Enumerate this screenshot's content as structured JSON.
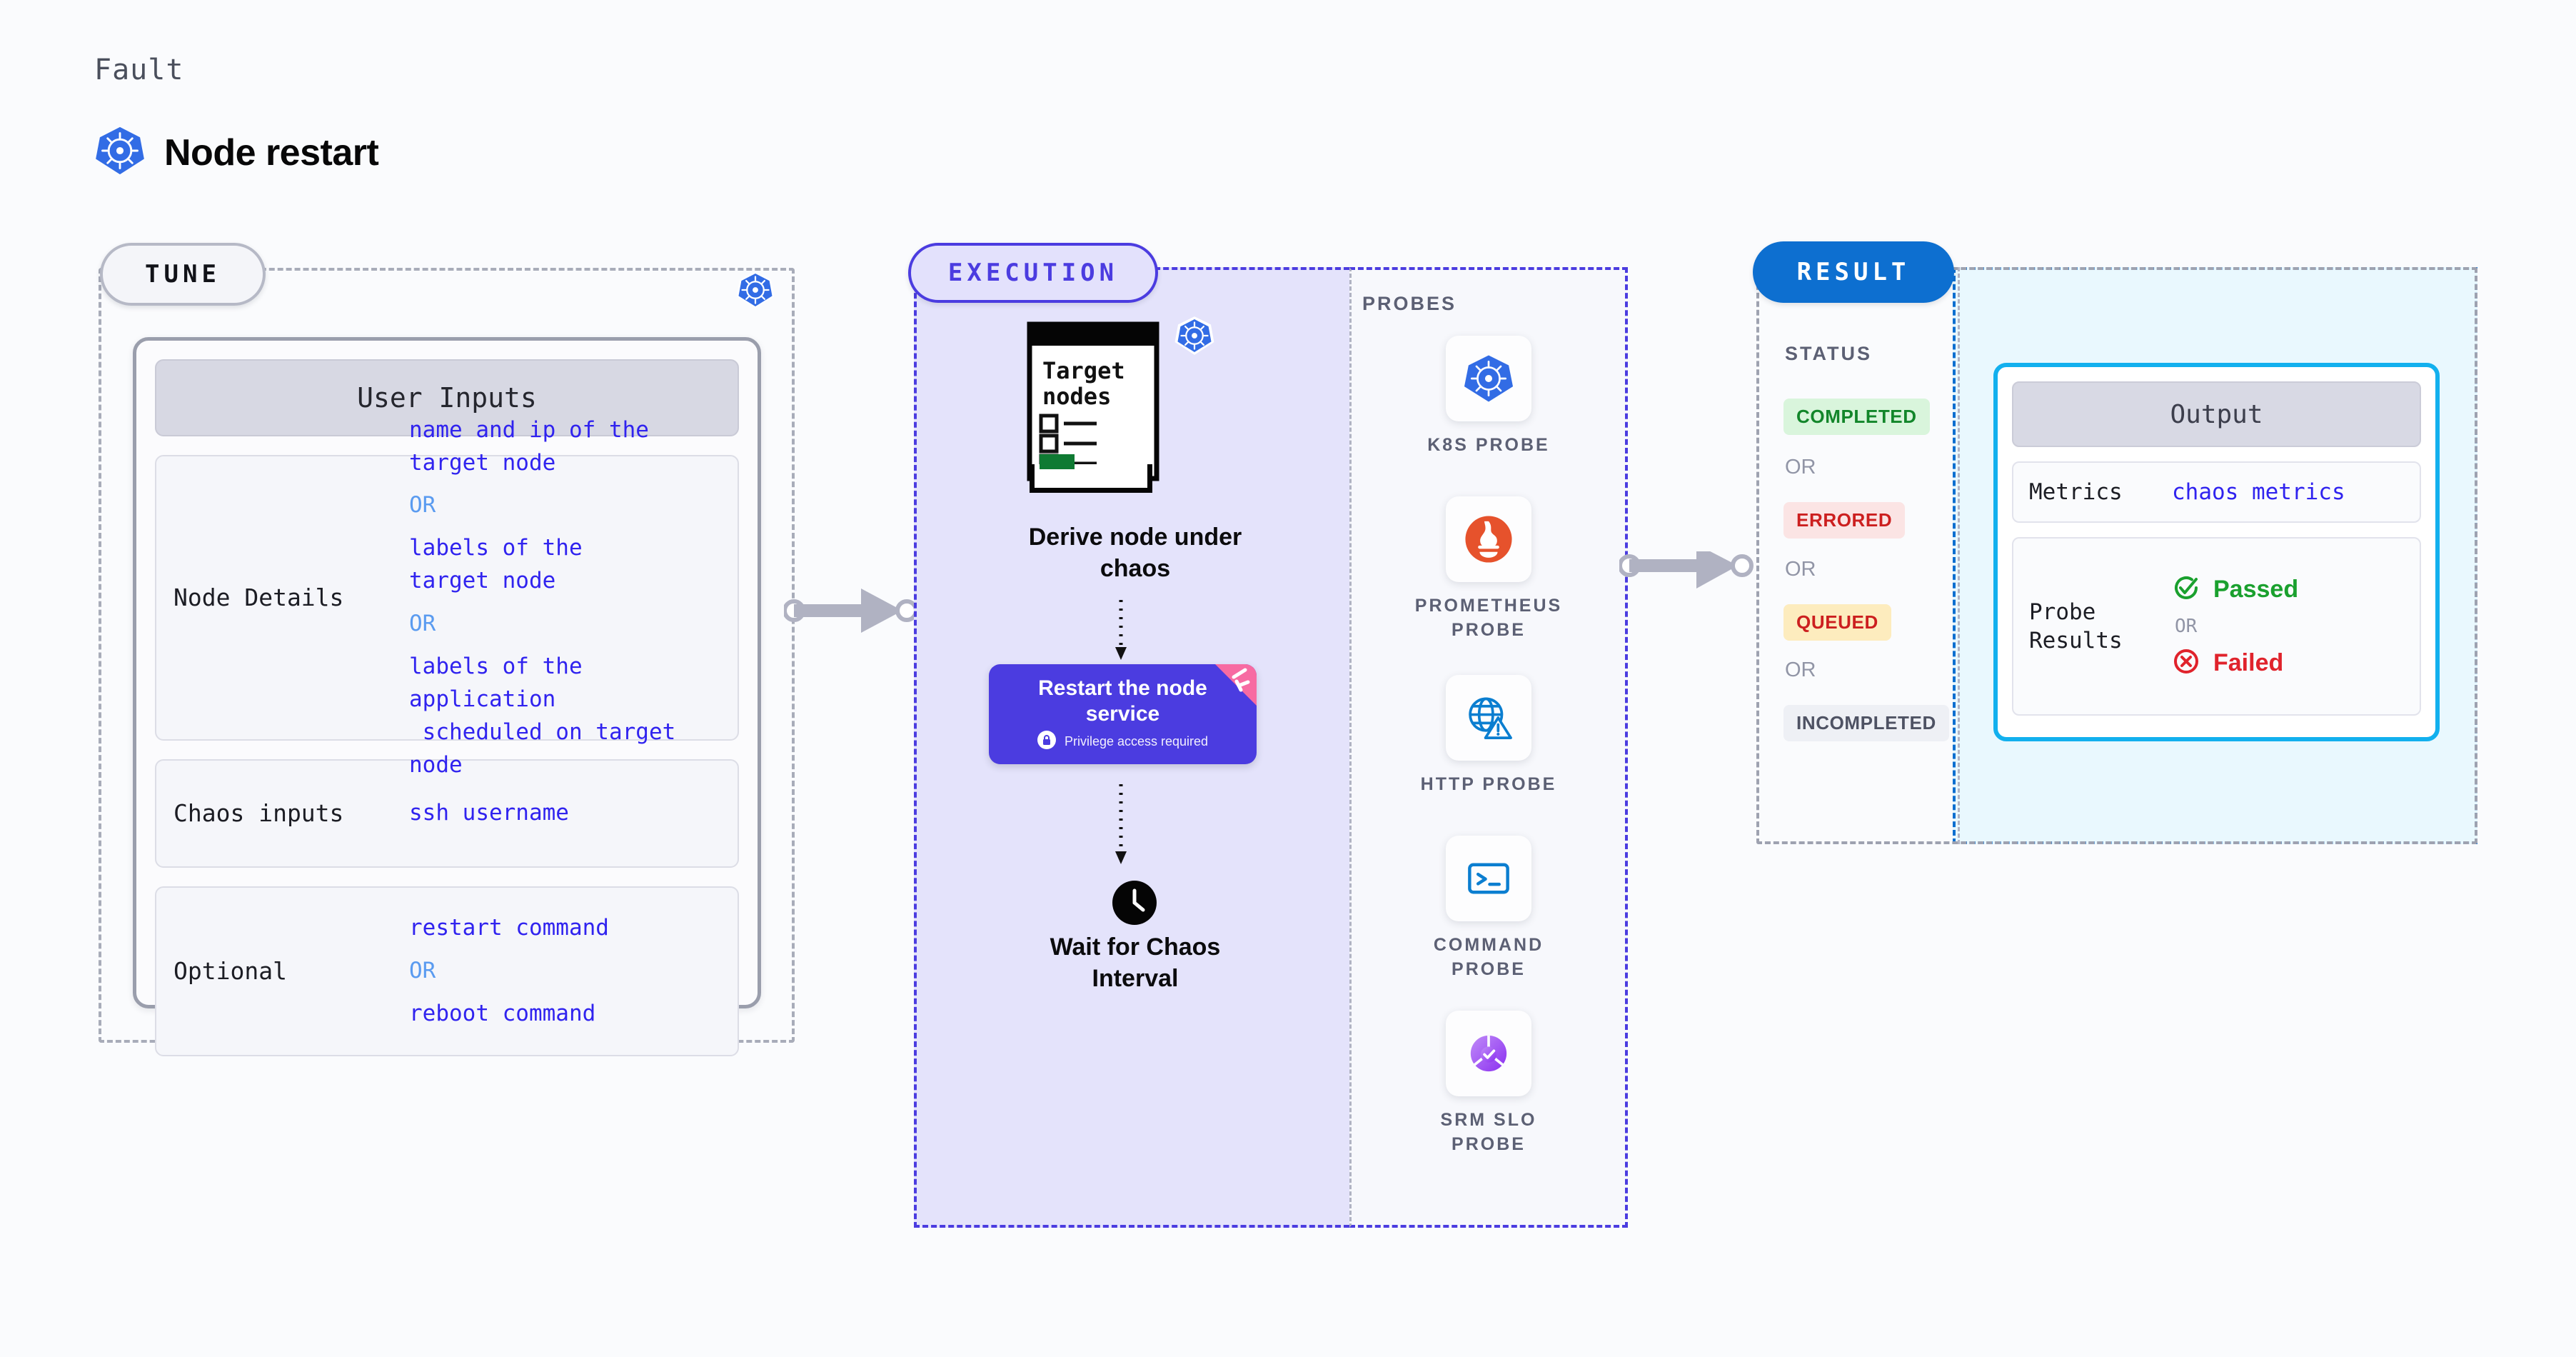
{
  "header": {
    "fault_label": "Fault",
    "title": "Node restart",
    "icon": "kubernetes-icon"
  },
  "stages": {
    "tune": {
      "tag": "TUNE",
      "accent": "#b6b9c6",
      "badge_icon": "kubernetes-icon"
    },
    "execution": {
      "tag": "EXECUTION",
      "accent": "#4b3ce0"
    },
    "result": {
      "tag": "RESULT",
      "accent": "#0d6fd0"
    }
  },
  "tune": {
    "card_title": "User Inputs",
    "rows": [
      {
        "label": "Node Details",
        "values": [
          "name and ip of the\ntarget node",
          "labels of the\ntarget node",
          "labels of the application\n scheduled on target node"
        ],
        "separator": "OR"
      },
      {
        "label": "Chaos inputs",
        "values": [
          "ssh username"
        ],
        "separator": ""
      },
      {
        "label": "Optional",
        "values": [
          "restart command",
          "reboot command"
        ],
        "separator": "OR"
      }
    ]
  },
  "execution": {
    "doc_icon": {
      "name": "target-nodes-document-icon",
      "title": "Target\nnodes",
      "badge": "kubernetes-icon"
    },
    "derive_label": "Derive node under\nchaos",
    "action": {
      "title": "Restart the node\nservice",
      "subtitle": "Privilege access required",
      "lock_icon": "lock-icon",
      "ribbon_icon": "harness-chaos-ribbon-icon",
      "color": "#4b3ce0",
      "ribbon_color": "#f76ba2"
    },
    "wait": {
      "icon": "clock-icon",
      "label": "Wait for Chaos\nInterval"
    }
  },
  "probes": {
    "title": "PROBES",
    "items": [
      {
        "name": "K8S PROBE",
        "icon": "kubernetes-probe-icon"
      },
      {
        "name": "PROMETHEUS\nPROBE",
        "icon": "prometheus-probe-icon"
      },
      {
        "name": "HTTP PROBE",
        "icon": "http-probe-icon"
      },
      {
        "name": "COMMAND\nPROBE",
        "icon": "command-probe-icon"
      },
      {
        "name": "SRM SLO\nPROBE",
        "icon": "srm-slo-probe-icon"
      }
    ]
  },
  "result": {
    "status_title": "STATUS",
    "separator": "OR",
    "statuses": [
      {
        "label": "COMPLETED",
        "bg": "#d9f5dc",
        "fg": "#12862a"
      },
      {
        "label": "ERRORED",
        "bg": "#fbe4e4",
        "fg": "#cc1f1f"
      },
      {
        "label": "QUEUED",
        "bg": "#fdecbe",
        "fg": "#cc1f1f"
      },
      {
        "label": "INCOMPLETED",
        "bg": "#eef0f5",
        "fg": "#4e5263"
      }
    ],
    "output": {
      "title": "Output",
      "metrics_label": "Metrics",
      "metrics_value": "chaos metrics",
      "probe_label": "Probe\nResults",
      "separator": "OR",
      "passed": {
        "label": "Passed",
        "color": "#1aa02e",
        "icon": "check-circle-icon"
      },
      "failed": {
        "label": "Failed",
        "color": "#e0232c",
        "icon": "x-circle-icon"
      }
    }
  }
}
